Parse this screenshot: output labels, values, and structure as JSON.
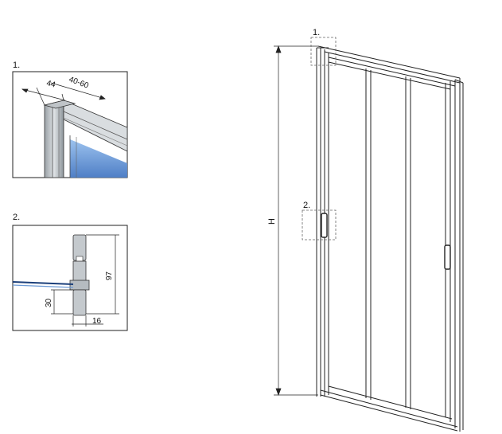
{
  "detail1": {
    "label": "1.",
    "dim_a": "44",
    "dim_b": "40-60"
  },
  "detail2": {
    "label": "2.",
    "dim_height": "97",
    "dim_offset": "30",
    "dim_width": "16"
  },
  "main": {
    "height_label": "H",
    "callout1": "1.",
    "callout2": "2."
  },
  "colors": {
    "line": "#222222",
    "frame_fill": "#c8cccf",
    "glass_blue": "#6d9bd6",
    "dashed": "#666666"
  }
}
